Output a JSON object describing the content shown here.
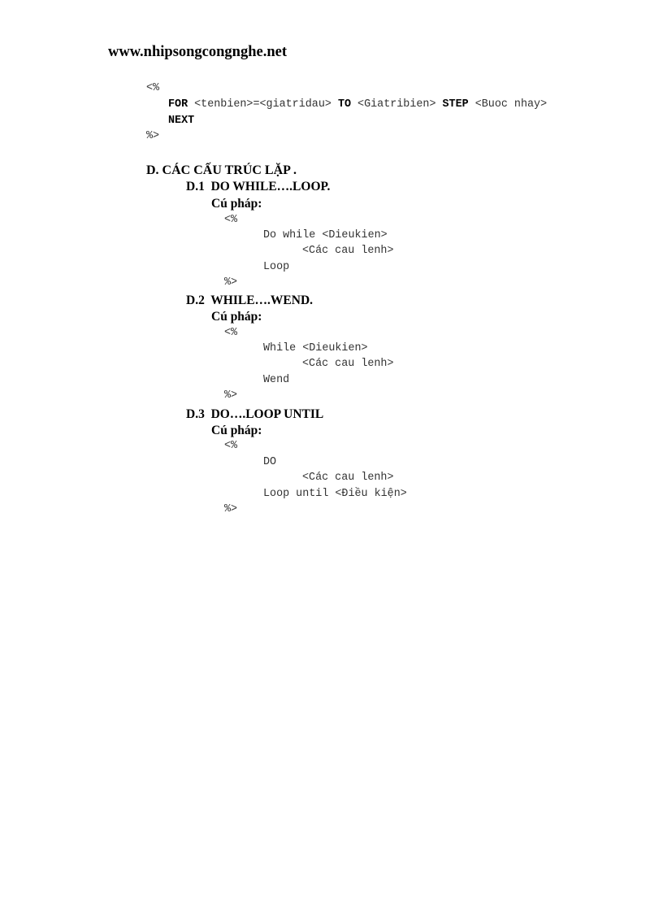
{
  "header": {
    "site": "www.nhipsongcongnghe.net"
  },
  "for_block": {
    "open": "<%",
    "line1": {
      "kw_for": "FOR",
      "part1": " <tenbien>=<giatridau> ",
      "kw_to": "TO",
      "part2": " <Giatribien> ",
      "kw_step": "STEP",
      "part3": " <Buoc nhay>"
    },
    "next": "NEXT",
    "close": "%>"
  },
  "section": {
    "title": "D. CÁC CẤU TRÚC LẶP .",
    "subsections": [
      {
        "title": "D.1  DO WHILE….LOOP.",
        "syntax_label": "Cú pháp:",
        "code": [
          "<%",
          "Do while <Dieukien>",
          "<Các cau lenh>",
          "Loop",
          "%>"
        ]
      },
      {
        "title": "D.2  WHILE….WEND.",
        "syntax_label": "Cú pháp:",
        "code": [
          "<%",
          "While <Dieukien>",
          "<Các cau lenh>",
          "Wend",
          "%>"
        ]
      },
      {
        "title": "D.3  DO….LOOP UNTIL",
        "syntax_label": "Cú pháp:",
        "code": [
          "<%",
          "DO",
          "<Các cau lenh>",
          "Loop until <Điều kiện>",
          "%>"
        ]
      }
    ]
  }
}
